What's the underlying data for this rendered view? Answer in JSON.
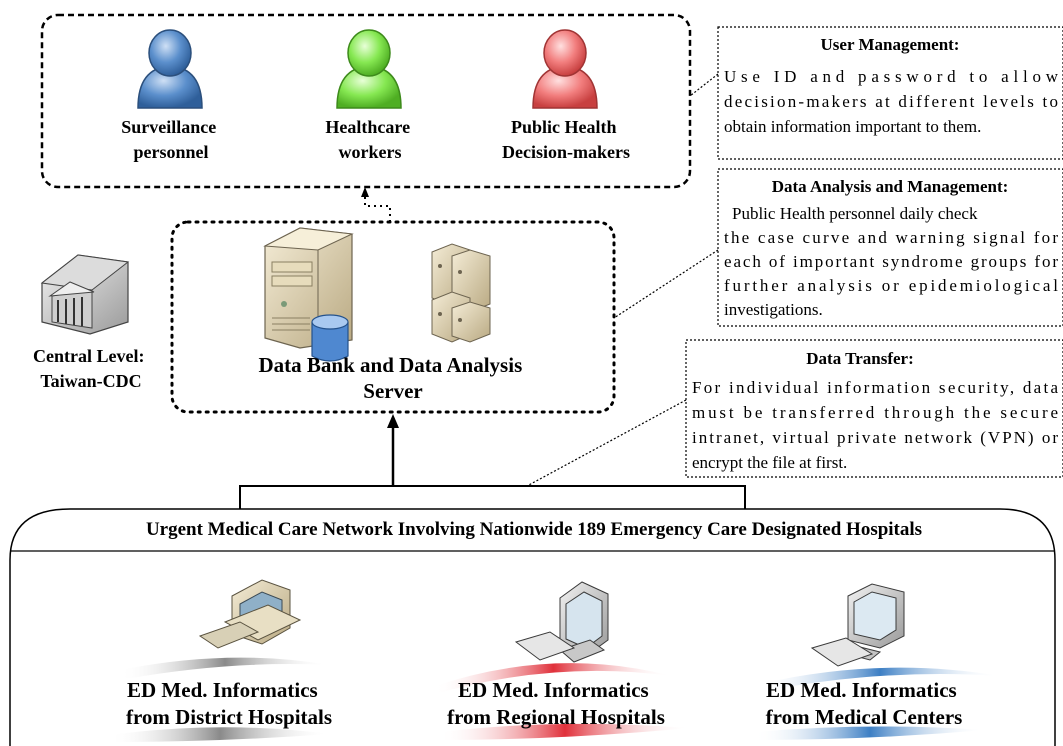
{
  "users": {
    "surveillance": [
      "Surveillance",
      "personnel"
    ],
    "healthcare": [
      "Healthcare",
      "workers"
    ],
    "decision_makers": [
      "Public Health",
      "Decision-makers"
    ],
    "colors": {
      "surveillance": "#4f86c6",
      "healthcare": "#7ee04a",
      "decision_makers": "#f07878"
    }
  },
  "server": {
    "label": [
      "Data Bank and Data Analysis",
      "Server"
    ]
  },
  "central": {
    "label": [
      "Central Level:",
      "Taiwan-CDC"
    ]
  },
  "notes": {
    "user_management": {
      "title": "User Management:",
      "lines": [
        "Use ID and password to allow",
        "decision-makers at different levels to",
        "obtain information important to them."
      ]
    },
    "data_analysis": {
      "title": "Data Analysis and Management:",
      "lines": [
        "Public Health personnel daily check",
        "the case curve and warning signal for",
        "each of important syndrome groups for",
        "further analysis or epidemiological",
        "investigations."
      ]
    },
    "data_transfer": {
      "title": "Data Transfer:",
      "lines": [
        "For individual information security, data",
        "must be transferred through the secure",
        "intranet, virtual private network (VPN) or",
        "encrypt the file at first."
      ]
    }
  },
  "network": {
    "title": "Urgent Medical Care Network Involving Nationwide 189 Emergency Care Designated Hospitals",
    "sources": [
      {
        "line1": "ED Med. Informatics",
        "line2": "from District Hospitals"
      },
      {
        "line1": "ED Med. Informatics",
        "line2": "from Regional Hospitals"
      },
      {
        "line1": "ED Med. Informatics",
        "line2": "from Medical Centers"
      }
    ]
  }
}
